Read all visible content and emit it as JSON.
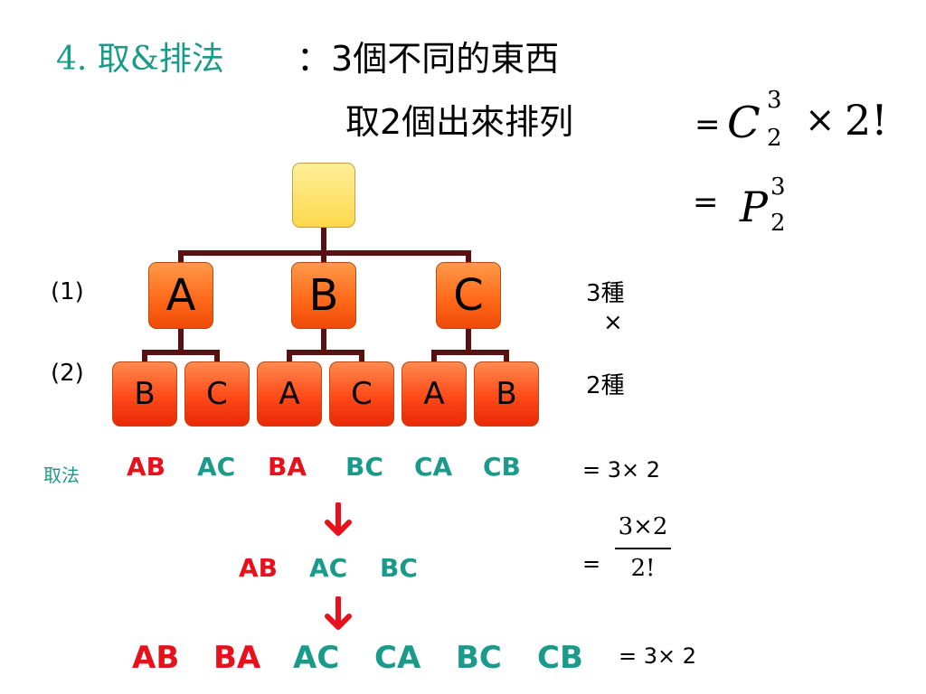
{
  "heading": {
    "number": "4.",
    "title": "取&排法",
    "colon": "：",
    "line1": "3個不同的東西",
    "line2": "取2個出來排列"
  },
  "formulas": {
    "combination": {
      "equals": "=",
      "symbol": "C",
      "sup": "3",
      "sub": "2",
      "times": "×",
      "factorial": "2!"
    },
    "permutation": {
      "equals": "=",
      "symbol": "P",
      "sup": "3",
      "sub": "2"
    }
  },
  "tree": {
    "level_labels": [
      "(1)",
      "(2)"
    ],
    "level1": [
      "A",
      "B",
      "C"
    ],
    "level2": [
      "B",
      "C",
      "A",
      "C",
      "A",
      "B"
    ],
    "counts": {
      "first": "3種",
      "times": "×",
      "second": "2種"
    }
  },
  "colors": {
    "red": "#e8101a",
    "teal": "#1a9a8a",
    "node_orange": "#ff6a1a",
    "root_yellow": "#ffd84a",
    "connector": "#5a1010"
  },
  "rows": {
    "label": "取法",
    "row1": [
      "AB",
      "AC",
      "BA",
      "BC",
      "CA",
      "CB"
    ],
    "row2": [
      "AB",
      "AC",
      "BC"
    ],
    "row3": [
      "AB",
      "BA",
      "AC",
      "CA",
      "BC",
      "CB"
    ]
  },
  "arrows": [
    "arrow-down-icon",
    "arrow-down-icon"
  ],
  "results": {
    "r1": "= 3× 2",
    "r2": {
      "equals": "=",
      "numerator": "3×2",
      "denominator": "2!"
    },
    "r3": "= 3× 2"
  }
}
